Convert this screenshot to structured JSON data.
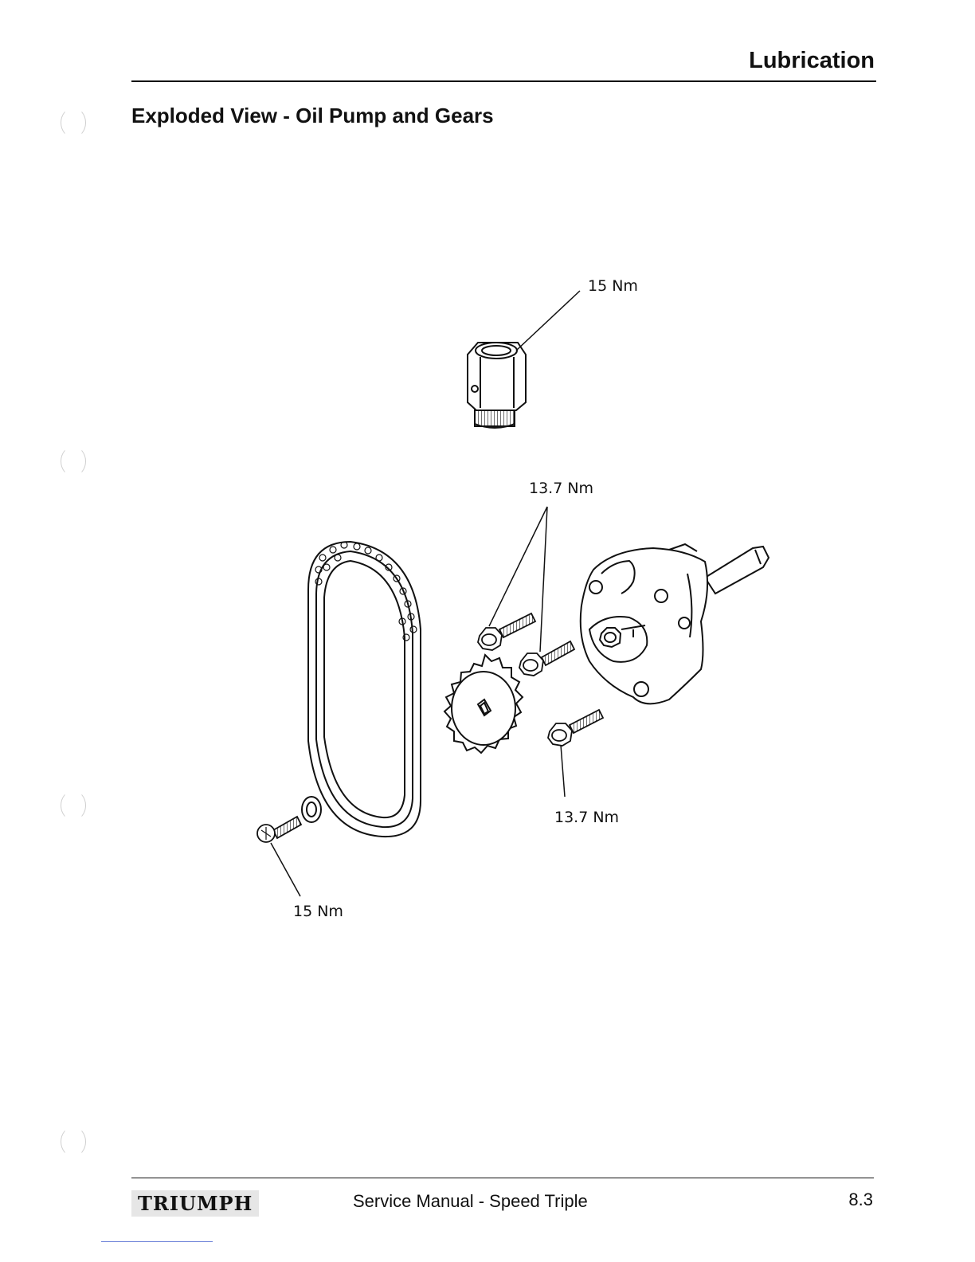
{
  "header": {
    "section": "Lubrication"
  },
  "title": "Exploded View - Oil Pump and Gears",
  "diagram": {
    "torque_labels": {
      "adapter": "15 Nm",
      "pump_bolts_upper": "13.7 Nm",
      "pump_bolt_lower": "13.7 Nm",
      "sprocket_bolt": "15 Nm"
    }
  },
  "footer": {
    "brand": "TRIUMPH",
    "manual_title": "Service Manual - Speed Triple",
    "page_number": "8.3"
  }
}
